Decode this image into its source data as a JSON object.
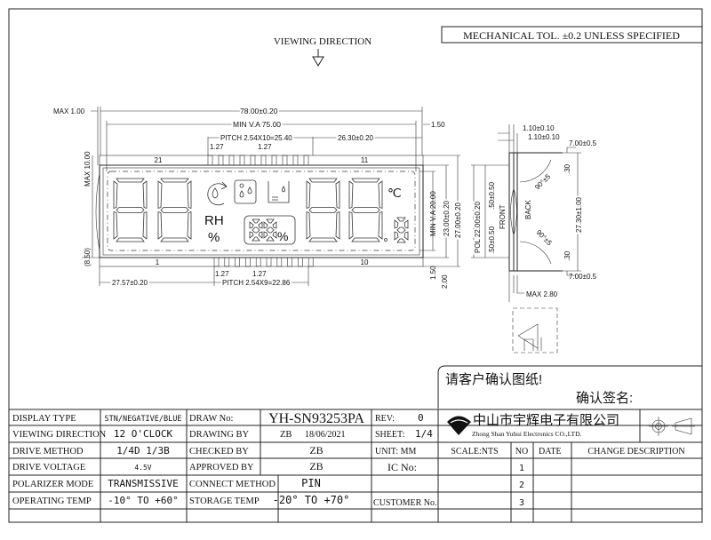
{
  "header": {
    "viewing_direction": "VIEWING DIRECTION",
    "tolerance": "MECHANICAL TOL. ±0.2 UNLESS SPECIFIED"
  },
  "front_view": {
    "dims": {
      "max_thickness": "MAX 1.00",
      "width": "78.00±0.20",
      "min_va": "MIN V.A 75.00",
      "offset_right": "1.50",
      "top_pitch": "PITCH 2.54X10=25.40",
      "top_pitch_offset": "26.30±0.20",
      "pin_width_1": "1.27",
      "pin_width_2": "1.27",
      "height_max": "MAX 10.00",
      "pin_len": "(8.50)",
      "bottom_offset": "27.57±0.20",
      "bottom_pitch": "PITCH 2.54X9=22.86",
      "pin_width_3": "1.27",
      "pin_width_4": "1.27",
      "va_height": "MIN V.A 20.00",
      "height_1": "23.00±0.20",
      "height_2": "27.00±0.20",
      "gap_1": "1.50",
      "gap_2": "2.00"
    },
    "pin_labels": {
      "top_left": "21",
      "top_right": "11",
      "bottom_left": "1",
      "bottom_right": "10"
    },
    "lcd": {
      "rh": "RH",
      "percent": "%",
      "small_percent": "%",
      "celsius": "℃"
    }
  },
  "side_view": {
    "dims": {
      "t1": "1.10±0.10",
      "t2": "1.10±0.10",
      "pin_top": "7.00±0.5",
      "pin_bottom": "7.00±0.5",
      "angle_top": "90°±5",
      "angle_bottom": "90°±5",
      "bend_top": ".30",
      "bend_bottom": ".30",
      "pin_span": "27.30±1.00",
      "pol": "POL 22.00±0.20",
      "pol_top": ".50±0.50",
      "pol_bottom": ".50±0.50",
      "max_depth": "MAX 2.80"
    },
    "front_label": "FRONT",
    "back_label": "BACK"
  },
  "confirm": {
    "line1": "请客户确认图纸!",
    "line2": "确认签名:"
  },
  "title_block": {
    "rows": [
      {
        "label": "DISPLAY TYPE",
        "value": "STN/NEGATIVE/BLUE",
        "label2": "DRAW No:",
        "value2": "YH-SN93253PA"
      },
      {
        "label": "VIEWING DIRECTION",
        "value": "12 O'CLOCK",
        "label2": "DRAWING BY",
        "value2": "ZB",
        "date": "18/06/2021"
      },
      {
        "label": "DRIVE METHOD",
        "value": "1/4D  1/3B",
        "label2": "CHECKED BY",
        "value2": "ZB"
      },
      {
        "label": "DRIVE VOLTAGE",
        "value": "4.5V",
        "label2": "APPROVED BY",
        "value2": "ZB"
      },
      {
        "label": "POLARIZER MODE",
        "value": "TRANSMISSIVE",
        "label2": "CONNECT METHOD",
        "value2": "PIN"
      },
      {
        "label": "OPERATING TEMP",
        "value": "-10° TO +60°",
        "label2": "STORAGE TEMP",
        "value2": "-20° TO +70°"
      }
    ],
    "rev_label": "REV:",
    "rev": "0",
    "sheet_label": "SHEET:",
    "sheet": "1/4",
    "company_cn": "中山市宇辉电子有限公司",
    "company_en": "Zhong Shan Yuhui Electronics CO.,LTD.",
    "unit": "UNIT: MM",
    "scale": "SCALE:NTS",
    "ic_no": "IC No:",
    "customer_no": "CUSTOMER No.",
    "change_headers": [
      "NO",
      "DATE",
      "CHANGE DESCRIPTION"
    ],
    "change_rows": [
      "1",
      "2",
      "3"
    ]
  }
}
